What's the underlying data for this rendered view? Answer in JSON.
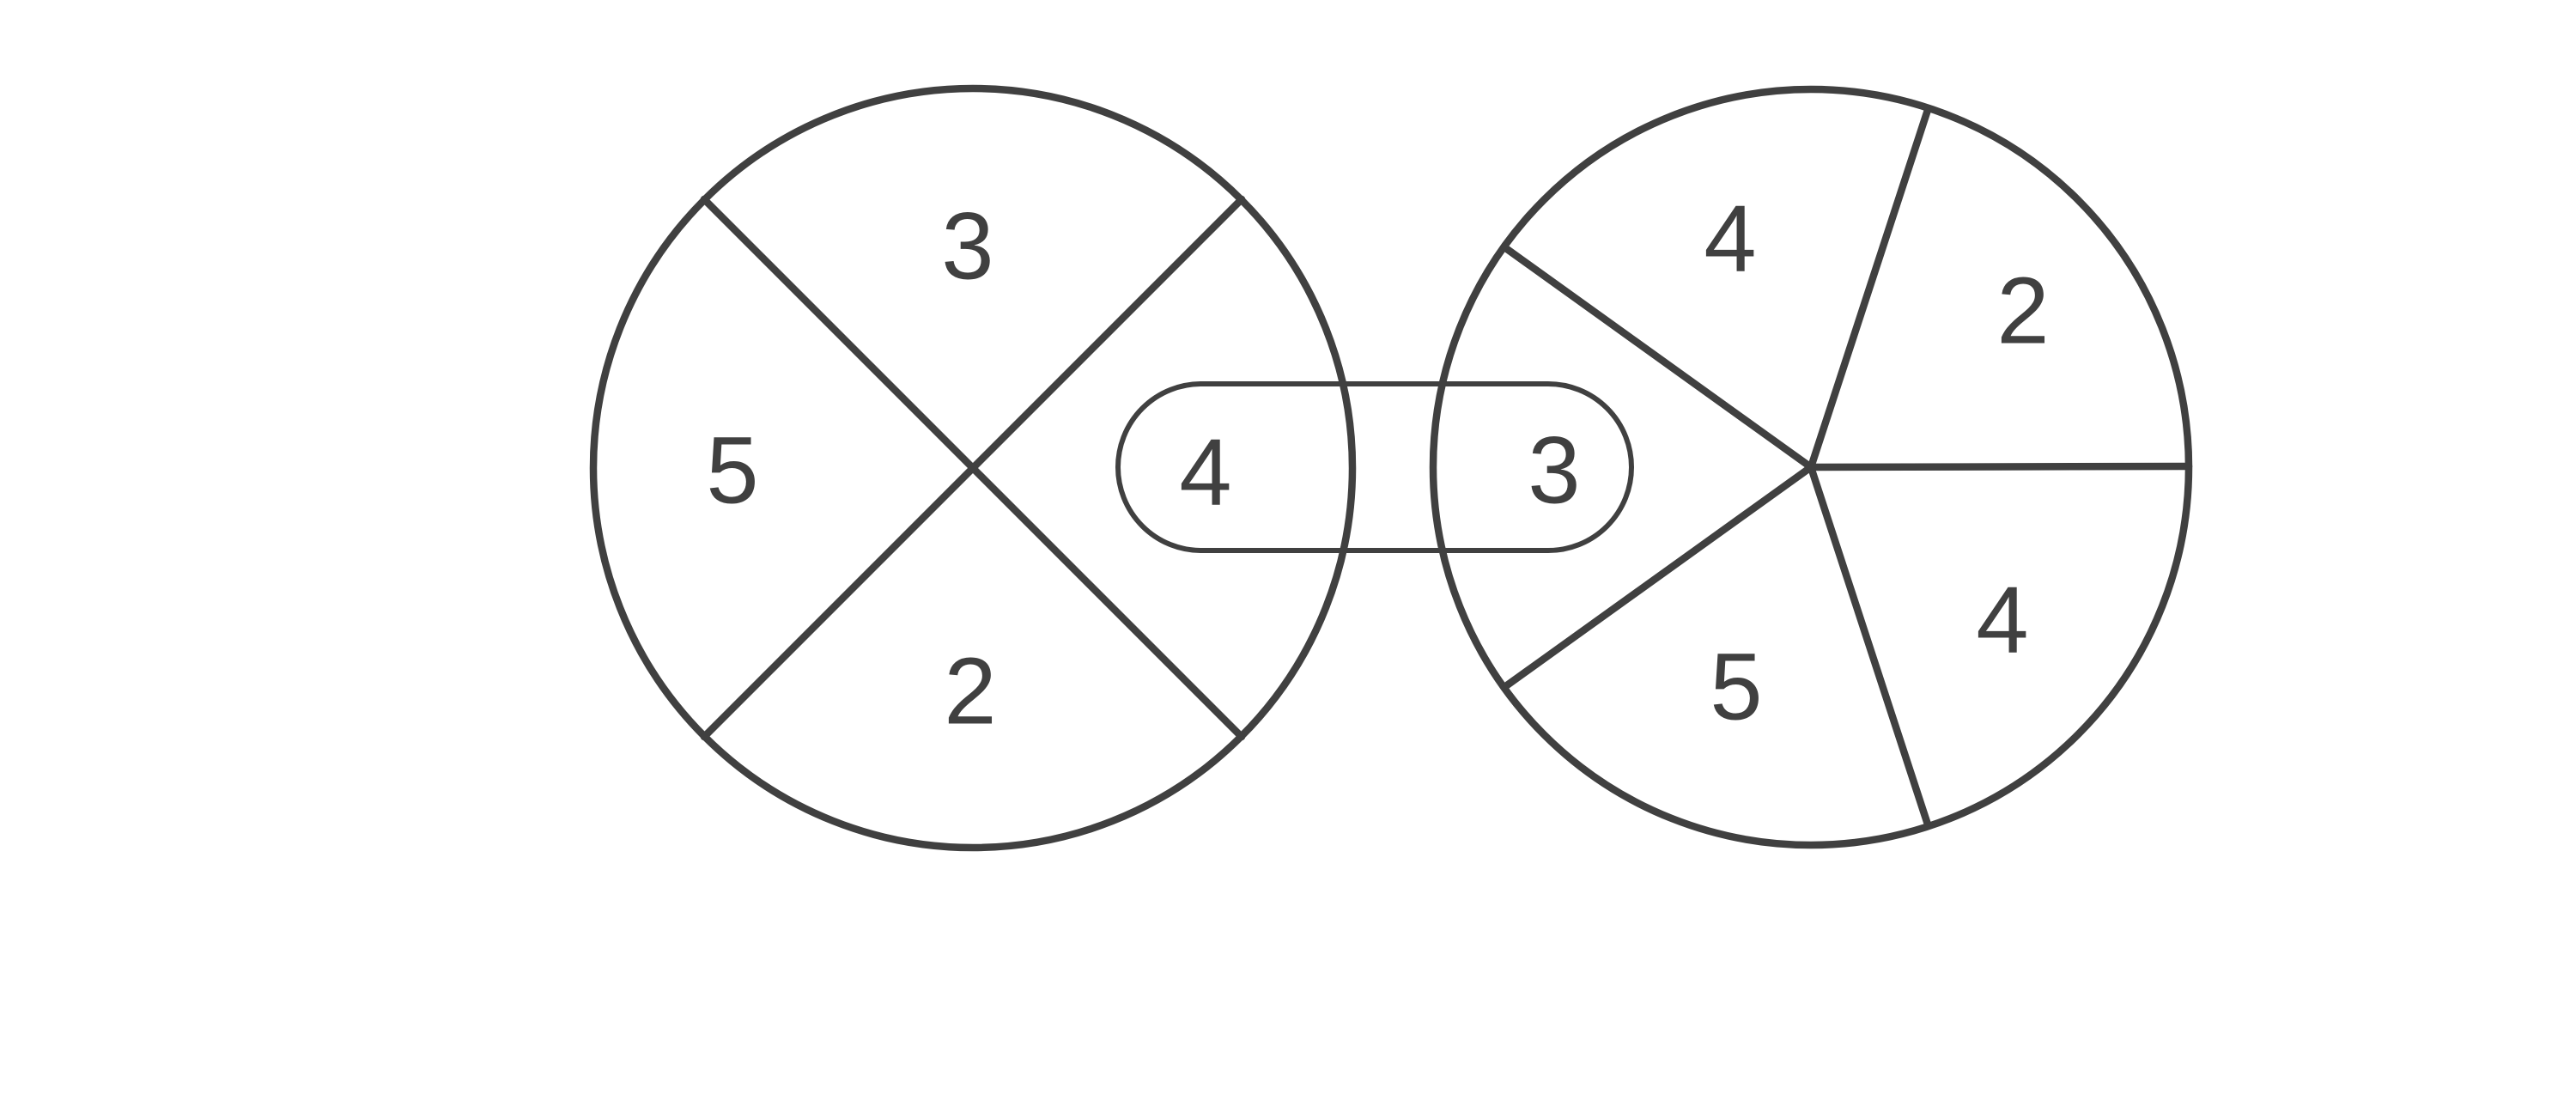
{
  "diagram": {
    "left_circle": {
      "sectors": {
        "top": "3",
        "left": "5",
        "right": "4",
        "bottom": "2"
      }
    },
    "right_circle": {
      "sectors": {
        "left": "3",
        "top_left": "4",
        "top_right": "2",
        "bottom_right": "4",
        "bottom": "5"
      }
    },
    "stroke_color": "#404040",
    "background_color": "#ffffff"
  }
}
